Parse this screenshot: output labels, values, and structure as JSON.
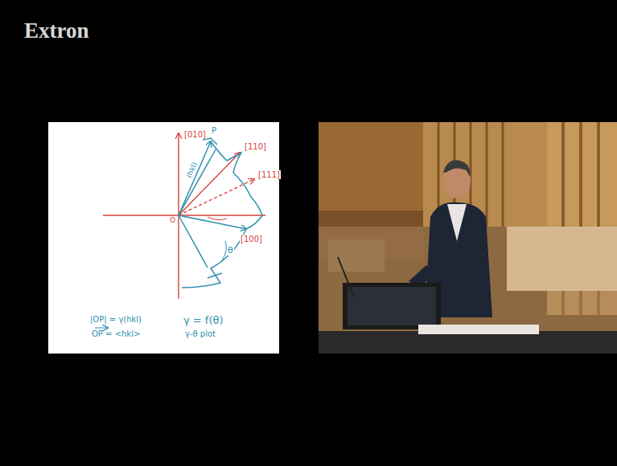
{
  "diagram": {
    "labels": [
      "Extron",
      "[010]",
      "P",
      "[110]",
      "(hkl)",
      "[111]",
      "O",
      "[100]",
      "θ",
      "|OP| = γ(hkl)",
      "OP = <hkl>",
      "γ = f(θ)",
      "γ-θ plot"
    ]
  }
}
